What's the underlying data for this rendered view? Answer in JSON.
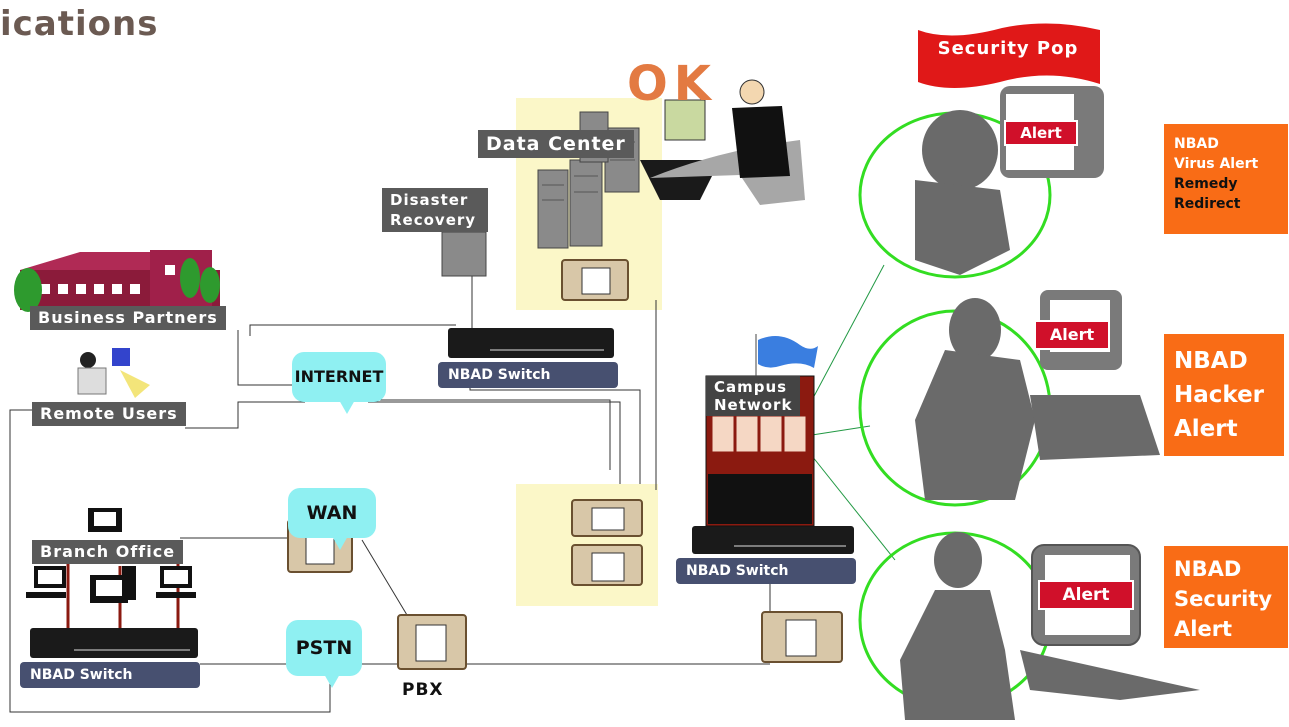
{
  "title": "ications",
  "ok_text": "OK",
  "security_pop": "Security Pop",
  "labels": {
    "data_center": "Data Center",
    "disaster_recovery_line1": "Disaster",
    "disaster_recovery_line2": "Recovery",
    "business_partners": "Business Partners",
    "remote_users": "Remote Users",
    "branch_office": "Branch Office",
    "campus_line1": "Campus",
    "campus_line2": "Network",
    "pbx": "PBX"
  },
  "switches": {
    "dc": "NBAD Switch",
    "campus": "NBAD Switch",
    "branch": "NBAD Switch"
  },
  "clouds": {
    "internet": "INTERNET",
    "wan": "WAN",
    "pstn": "PSTN"
  },
  "alerts": {
    "screen1": "Alert",
    "screen2": "Alert",
    "screen3": "Alert"
  },
  "notices": {
    "virus": [
      "NBAD",
      "Virus Alert",
      "Remedy",
      "Redirect"
    ],
    "hacker": [
      "NBAD",
      "Hacker",
      "Alert"
    ],
    "security": [
      "NBAD",
      "Security",
      "Alert"
    ]
  },
  "colors": {
    "orange": "#f96c16",
    "alert_red": "#d0102a",
    "bubble": "#8ff0f2",
    "label_gray": "#5a5a5a",
    "switch_label": "#475070",
    "zone": "#fbf7c8",
    "circle": "#33dd22"
  }
}
